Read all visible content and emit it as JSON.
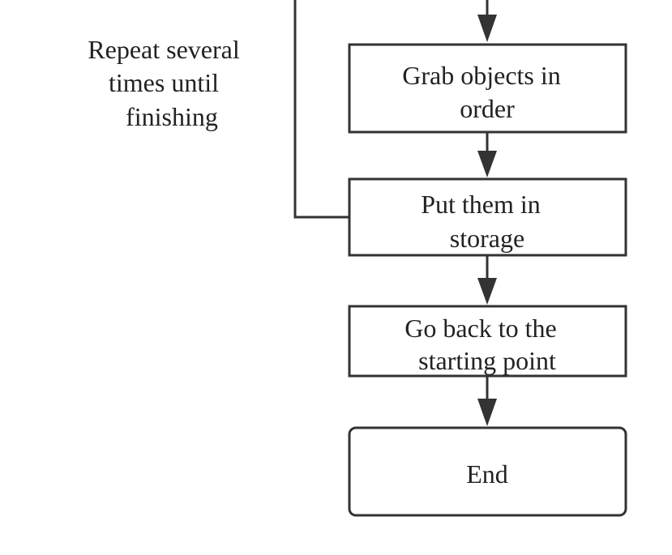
{
  "diagram": {
    "type": "flowchart",
    "loop_label": [
      "Repeat several",
      "times until",
      "finishing"
    ],
    "nodes": [
      {
        "id": "grab",
        "lines": [
          "Grab objects in",
          "order"
        ],
        "shape": "rectangle"
      },
      {
        "id": "store",
        "lines": [
          "Put them in",
          "storage"
        ],
        "shape": "rectangle"
      },
      {
        "id": "return",
        "lines": [
          "Go back to the",
          "starting point"
        ],
        "shape": "rectangle"
      },
      {
        "id": "end",
        "lines": [
          "End"
        ],
        "shape": "rounded-rectangle"
      }
    ],
    "edges": [
      {
        "from": "previous-step",
        "to": "grab"
      },
      {
        "from": "grab",
        "to": "store"
      },
      {
        "from": "store",
        "to": "return"
      },
      {
        "from": "return",
        "to": "end"
      },
      {
        "from": "store",
        "to": "loop-start",
        "kind": "loop-back"
      }
    ],
    "colors": {
      "stroke": "#333333",
      "text": "#222222",
      "background": "#ffffff"
    }
  }
}
